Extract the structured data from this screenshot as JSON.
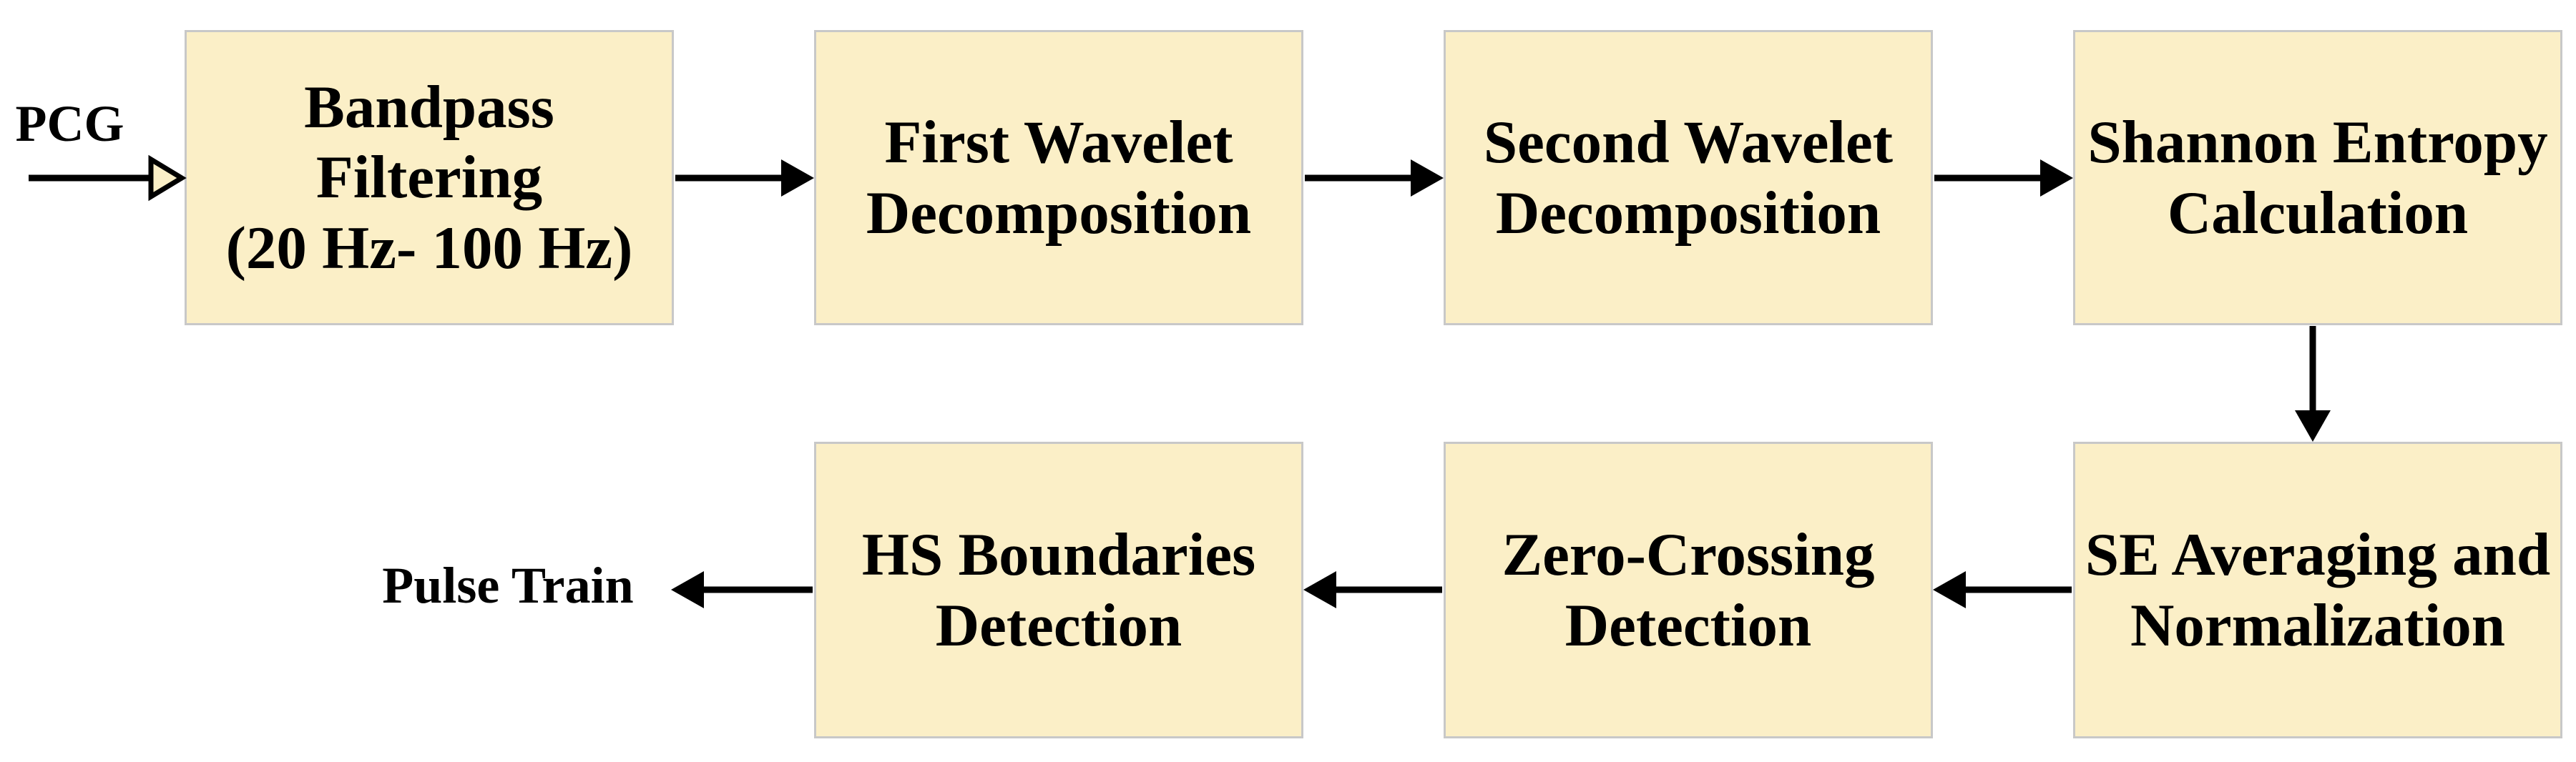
{
  "diagram": {
    "colors": {
      "background": "#FFFFFF",
      "box_fill": "#FBEFC7",
      "box_border": "#C8C8C8",
      "arrow": "#000000",
      "text": "#000000"
    },
    "input_label": "PCG",
    "output_label": "Pulse Train",
    "boxes": [
      {
        "id": "bandpass-filtering",
        "lines": [
          "Bandpass",
          "Filtering",
          "(20 Hz- 100 Hz)"
        ]
      },
      {
        "id": "first-wavelet-decomposition",
        "lines": [
          "First Wavelet",
          "Decomposition"
        ]
      },
      {
        "id": "second-wavelet-decomposition",
        "lines": [
          "Second Wavelet",
          "Decomposition"
        ]
      },
      {
        "id": "shannon-entropy-calculation",
        "lines": [
          "Shannon Entropy",
          "Calculation"
        ]
      },
      {
        "id": "hs-boundaries-detection",
        "lines": [
          "HS Boundaries",
          "Detection"
        ]
      },
      {
        "id": "zero-crossing-detection",
        "lines": [
          "Zero-Crossing",
          "Detection"
        ]
      },
      {
        "id": "se-averaging-normalization",
        "lines": [
          "SE Averaging and",
          "Normalization"
        ]
      }
    ],
    "connections": [
      {
        "from": "PCG",
        "to": "Bandpass Filtering (20 Hz- 100 Hz)",
        "head": "hollow"
      },
      {
        "from": "Bandpass Filtering (20 Hz- 100 Hz)",
        "to": "First Wavelet Decomposition",
        "head": "solid"
      },
      {
        "from": "First Wavelet Decomposition",
        "to": "Second Wavelet Decomposition",
        "head": "solid"
      },
      {
        "from": "Second Wavelet Decomposition",
        "to": "Shannon Entropy Calculation",
        "head": "solid"
      },
      {
        "from": "Shannon Entropy Calculation",
        "to": "SE Averaging and Normalization",
        "head": "solid"
      },
      {
        "from": "SE Averaging and Normalization",
        "to": "Zero-Crossing Detection",
        "head": "solid"
      },
      {
        "from": "Zero-Crossing Detection",
        "to": "HS Boundaries Detection",
        "head": "solid"
      },
      {
        "from": "HS Boundaries Detection",
        "to": "Pulse Train",
        "head": "solid"
      }
    ]
  }
}
